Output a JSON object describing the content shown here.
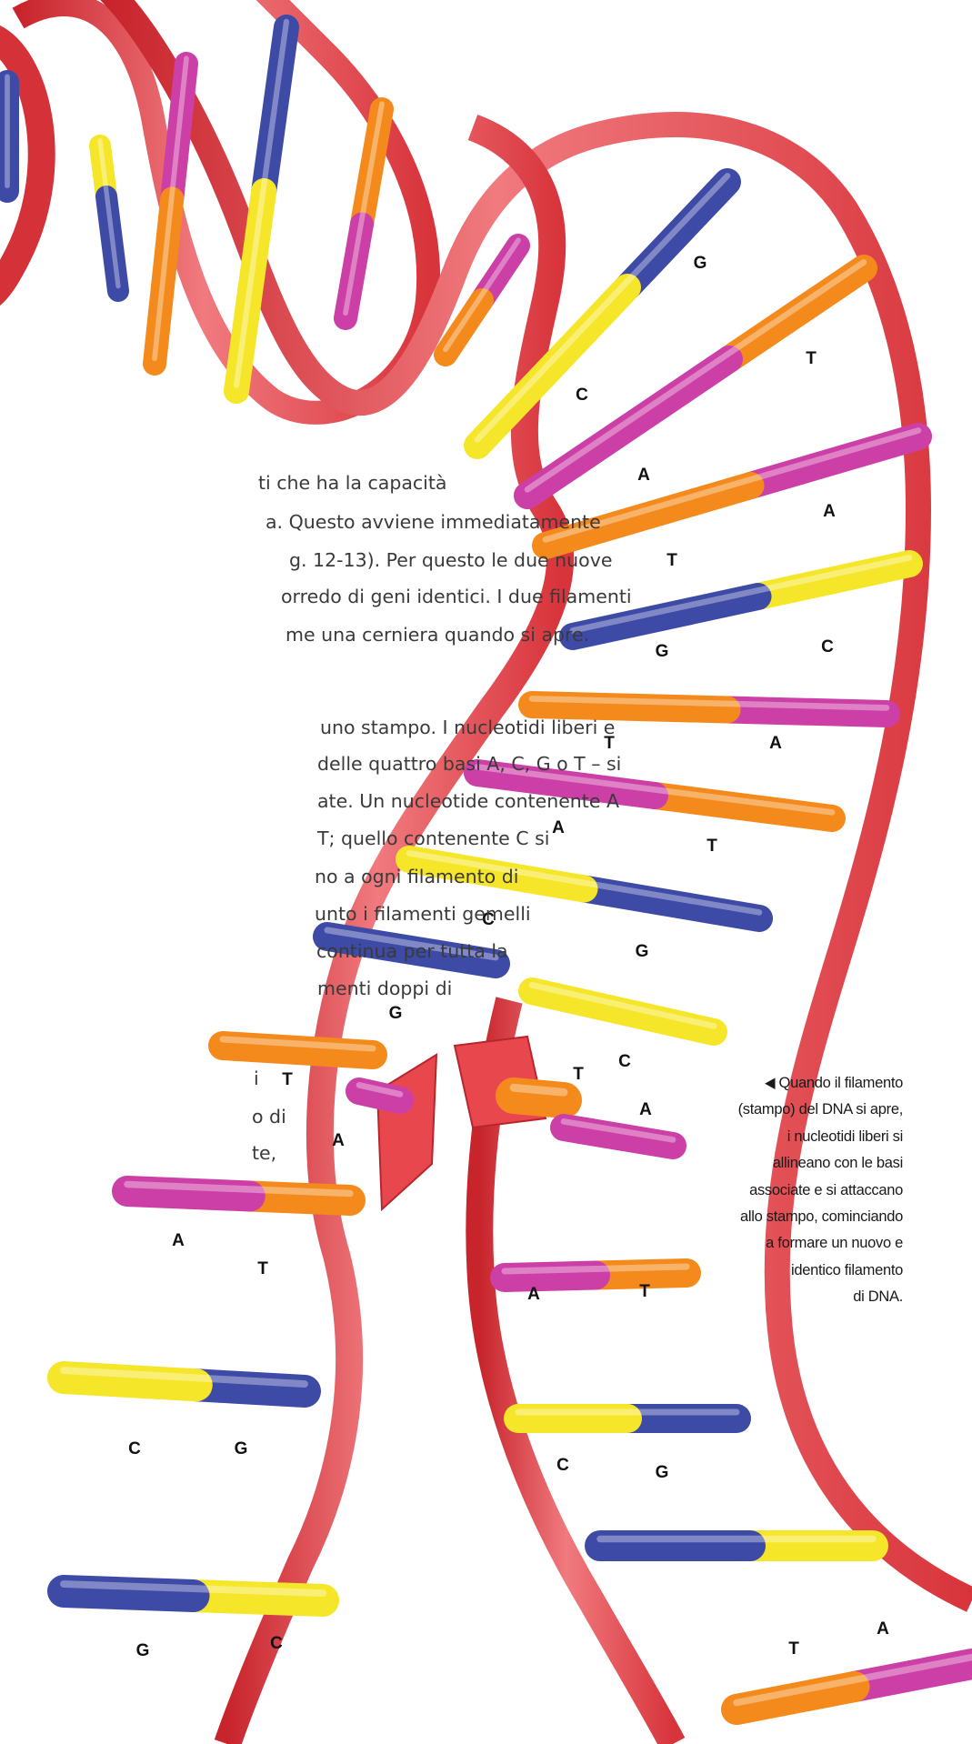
{
  "text_lines": [
    "ti che ha la capacità",
    "a. Questo avviene immediatamente",
    "g. 12-13). Per questo le due nuove",
    "orredo di geni identici. I due filamenti",
    "me una cerniera quando si apre.",
    "uno stampo. I nucleotidi liberi e",
    "delle quattro basi A, C, G o T – si",
    "ate. Un nucleotide contenente A",
    "T; quello contenente C si",
    "no a ogni filamento di",
    "unto i filamenti gemelli",
    "continua per tutta la",
    "menti doppi di",
    "i",
    "o di",
    "te,"
  ],
  "caption": {
    "arrow": "◀",
    "lines": [
      "Quando il filamento",
      "(stampo) del DNA si apre,",
      "i nucleotidi liberi si",
      "allineano con le basi",
      "associate e si attaccano",
      "allo stampo, cominciando",
      "a formare un nuovo e",
      "identico filamento",
      "di DNA."
    ]
  },
  "base_labels": [
    "G",
    "T",
    "C",
    "A",
    "A",
    "T",
    "G",
    "C",
    "T",
    "A",
    "A",
    "T",
    "C",
    "G",
    "G",
    "C",
    "T",
    "T",
    "A",
    "A",
    "A",
    "T",
    "A",
    "T",
    "C",
    "G",
    "C",
    "G",
    "G",
    "C",
    "T",
    "A"
  ],
  "colors": {
    "backbone": "#e8484d",
    "backbone_shadow": "#c8242c",
    "backbone_highlight": "#f58f92",
    "A": "#cc3fa6",
    "T": "#f58a1c",
    "C": "#f6e62a",
    "G": "#3d4aa6"
  }
}
